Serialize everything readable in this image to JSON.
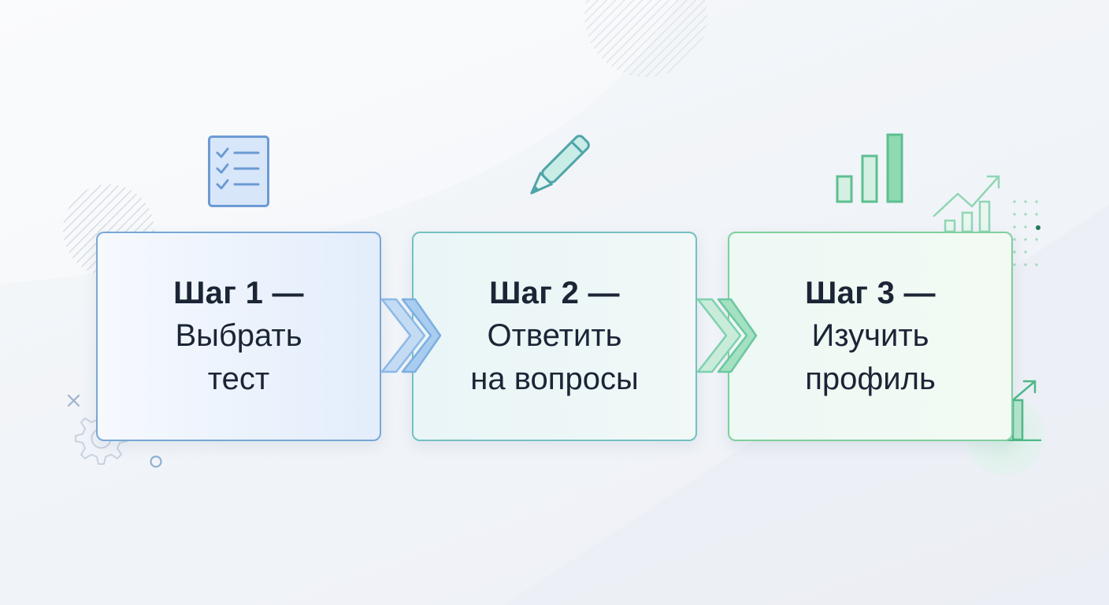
{
  "steps": [
    {
      "title": "Шаг 1 —",
      "line1": "Выбрать",
      "line2": "тест",
      "icon": "checklist-icon",
      "color": "#77a7d6"
    },
    {
      "title": "Шаг 2 —",
      "line1": "Ответить",
      "line2": "на вопросы",
      "icon": "pencil-icon",
      "color": "#74c0c0"
    },
    {
      "title": "Шаг 3 —",
      "line1": "Изучить",
      "line2": "профиль",
      "icon": "bar-chart-icon",
      "color": "#7fcf9d"
    }
  ],
  "connectors": [
    {
      "icon": "double-chevron-right-icon",
      "color": "#8cb8e6"
    },
    {
      "icon": "double-chevron-right-icon",
      "color": "#7fd0b0"
    }
  ]
}
